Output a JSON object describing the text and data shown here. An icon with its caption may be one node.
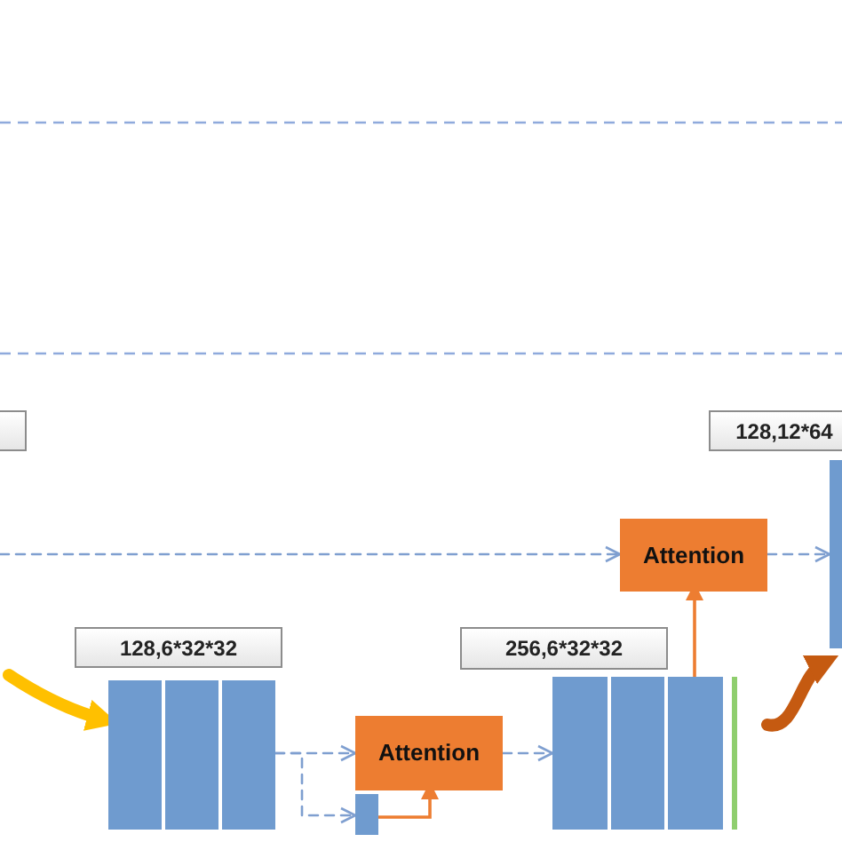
{
  "diagram": {
    "nodes": [
      {
        "text": [],
        "shape": "box"
      },
      {
        "text": [
          "128,12*64"
        ]
      },
      {
        "text": [
          "Attention"
        ]
      },
      {
        "text": [],
        "shape": "bar"
      },
      {
        "text": [
          "128,6*32*32"
        ]
      },
      {
        "text": [],
        "shape": "box"
      },
      {
        "text": [
          "256,6*32*32"
        ]
      },
      {
        "text": [
          "Attention"
        ]
      },
      {
        "text": [],
        "shape": "bar"
      },
      {
        "text": [],
        "shape": "box"
      },
      {
        "text": [],
        "shape": "bar"
      }
    ],
    "edges": [
      {
        "from": null,
        "to": 2,
        "arrow": "to",
        "style": "dashed"
      },
      {
        "from": 2,
        "to": 3,
        "arrow": "to",
        "style": "dashed"
      },
      {
        "from": null,
        "to": 5,
        "arrow": "to",
        "style": "thick",
        "color": "#ffc000"
      },
      {
        "from": 5,
        "to": 7,
        "arrow": "to",
        "style": "dashed"
      },
      {
        "from": 5,
        "to": 8,
        "arrow": "to",
        "style": "dashed"
      },
      {
        "from": 8,
        "to": 7,
        "arrow": "to",
        "color": "#ed7d31"
      },
      {
        "from": 7,
        "to": 9,
        "arrow": "to",
        "style": "dashed"
      },
      {
        "from": 9,
        "to": 2,
        "arrow": "to",
        "color": "#ed7d31"
      },
      {
        "from": null,
        "to": 3,
        "arrow": "to",
        "style": "thick",
        "color": "#c55a11"
      }
    ]
  }
}
